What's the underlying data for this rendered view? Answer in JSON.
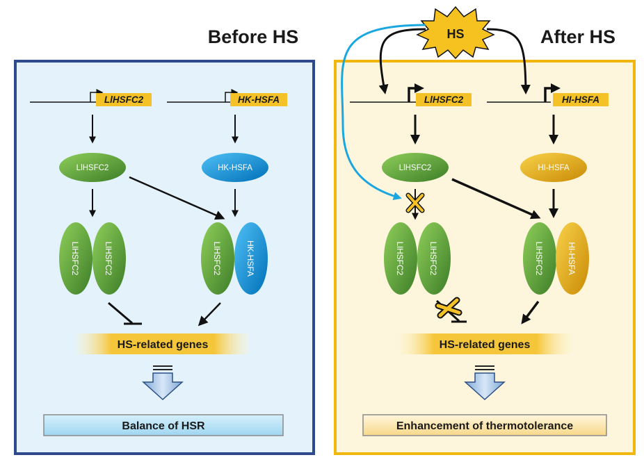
{
  "before": {
    "title": "Before HS",
    "gene_left": "LlHSFC2",
    "gene_right": "HK-HSFA",
    "protein_left": "LlHSFC2",
    "protein_right": "HK-HSFA",
    "homodimer": [
      "LlHSFC2",
      "LlHSFC2"
    ],
    "heterodimer": [
      "LlHSFC2",
      "HK-HSFA"
    ],
    "target_genes": "HS-related genes",
    "outcome": "Balance of HSR"
  },
  "after": {
    "title": "After HS",
    "stimulus": "HS",
    "gene_left": "LlHSFC2",
    "gene_right": "HI-HSFA",
    "protein_left": "LlHSFC2",
    "protein_right": "HI-HSFA",
    "homodimer": [
      "LlHSFC2",
      "LlHSFC2"
    ],
    "heterodimer": [
      "LlHSFC2",
      "HI-HSFA"
    ],
    "target_genes": "HS-related genes",
    "outcome": "Enhancement of thermotolerance"
  },
  "colors": {
    "before_border": "#2e4a8c",
    "before_fill": "#e4f3fb",
    "after_border": "#f2b70f",
    "after_fill": "#fdf6dc",
    "green": "#4f9a35",
    "blue": "#0a8fd6",
    "gold": "#e3a20a",
    "cyan_arrow": "#1aa7e0"
  }
}
